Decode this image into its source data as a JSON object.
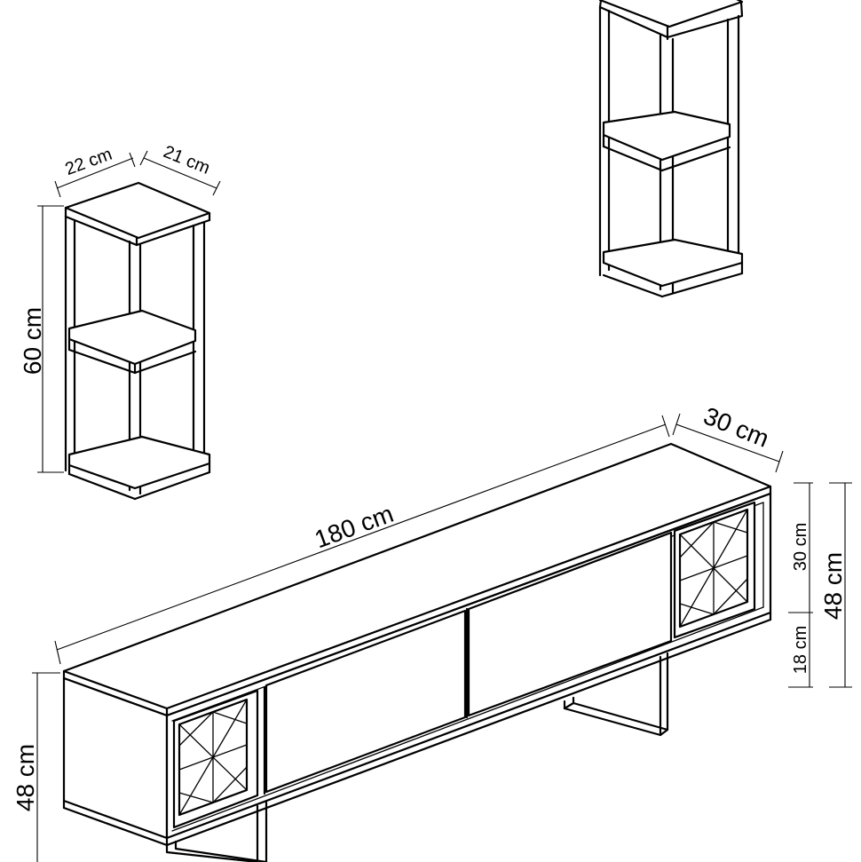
{
  "diagram": {
    "small_unit": {
      "width_label": "22 cm",
      "depth_label": "21 cm",
      "height_label": "60 cm"
    },
    "tv_unit": {
      "length_label": "180 cm",
      "depth_label": "30 cm",
      "cabinet_height_label": "30 cm",
      "leg_height_label": "18 cm",
      "total_height_right_label": "48 cm",
      "total_height_left_label": "48 cm"
    }
  }
}
